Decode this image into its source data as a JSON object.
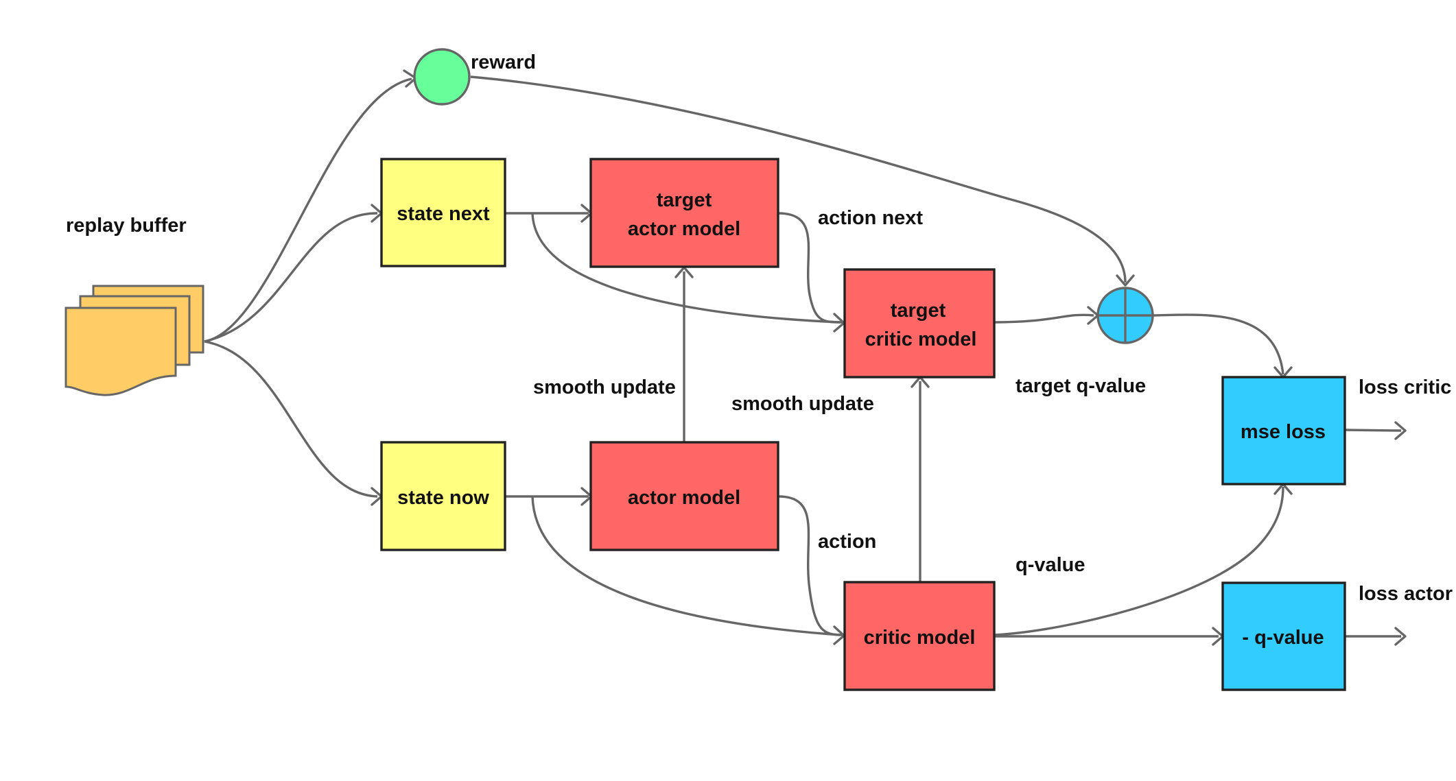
{
  "colors": {
    "state": "#ffff80",
    "model": "#ff6666",
    "loss": "#33ccff",
    "reward": "#66ff99",
    "buffer": "#ffcc66",
    "edge": "#666666",
    "border": "#222222"
  },
  "nodes": {
    "replay_buffer": "replay buffer",
    "reward": "reward",
    "state_next": "state next",
    "state_now": "state now",
    "target_actor_line1": "target",
    "target_actor_line2": "actor model",
    "actor_model": "actor model",
    "target_critic_line1": "target",
    "target_critic_line2": "critic model",
    "critic_model": "critic model",
    "mse_loss": "mse loss",
    "neg_q_value": "- q-value"
  },
  "edge_labels": {
    "action_next": "action next",
    "action": "action",
    "smooth_update_actor": "smooth update",
    "smooth_update_critic": "smooth update",
    "target_q_value": "target q-value",
    "q_value": "q-value",
    "loss_critic": "loss critic",
    "loss_actor": "loss actor"
  }
}
